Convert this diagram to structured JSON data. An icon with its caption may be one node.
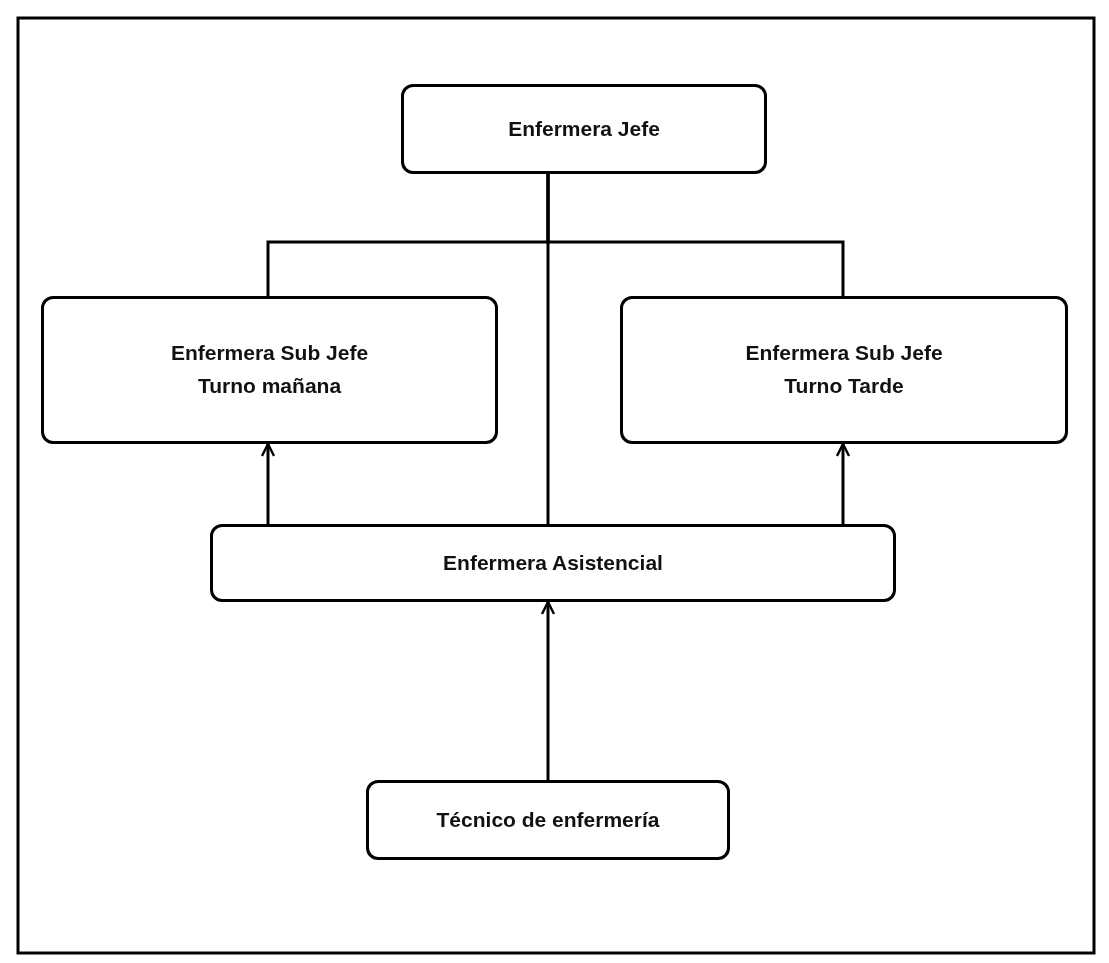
{
  "diagram": {
    "nodes": [
      {
        "text": [
          "Enfermera Jefe"
        ]
      },
      {
        "text": [
          "Enfermera Sub Jefe Turno mañana"
        ]
      },
      {
        "text": [
          "Enfermera Sub Jefe Turno Tarde"
        ]
      },
      {
        "text": [
          "Enfermera Asistencial"
        ]
      },
      {
        "text": [
          "Técnico de enfermería"
        ]
      }
    ],
    "edges": [
      {
        "from": 0,
        "to": 3,
        "arrow": "none"
      },
      {
        "from": 0,
        "to": 1,
        "arrow": "none"
      },
      {
        "from": 0,
        "to": 2,
        "arrow": "none"
      },
      {
        "from": 3,
        "to": 1,
        "arrow": "to"
      },
      {
        "from": 3,
        "to": 2,
        "arrow": "to"
      },
      {
        "from": 4,
        "to": 3,
        "arrow": "to"
      }
    ]
  }
}
